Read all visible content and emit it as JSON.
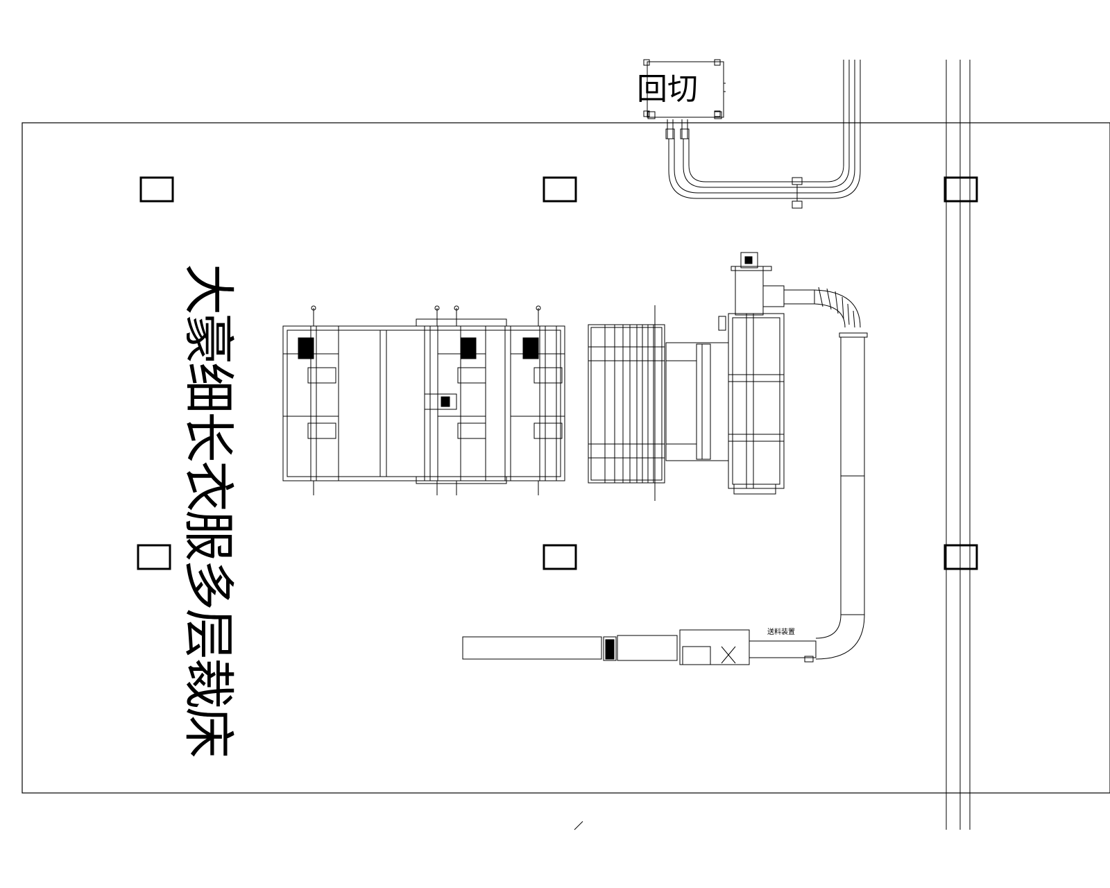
{
  "labels": {
    "top_room": "回切",
    "vertical_title": "大豪细长衣服多层裁床",
    "small_note": "送料装置",
    "top_partial": ""
  },
  "colors": {
    "line": "#000000",
    "background": "#ffffff"
  }
}
